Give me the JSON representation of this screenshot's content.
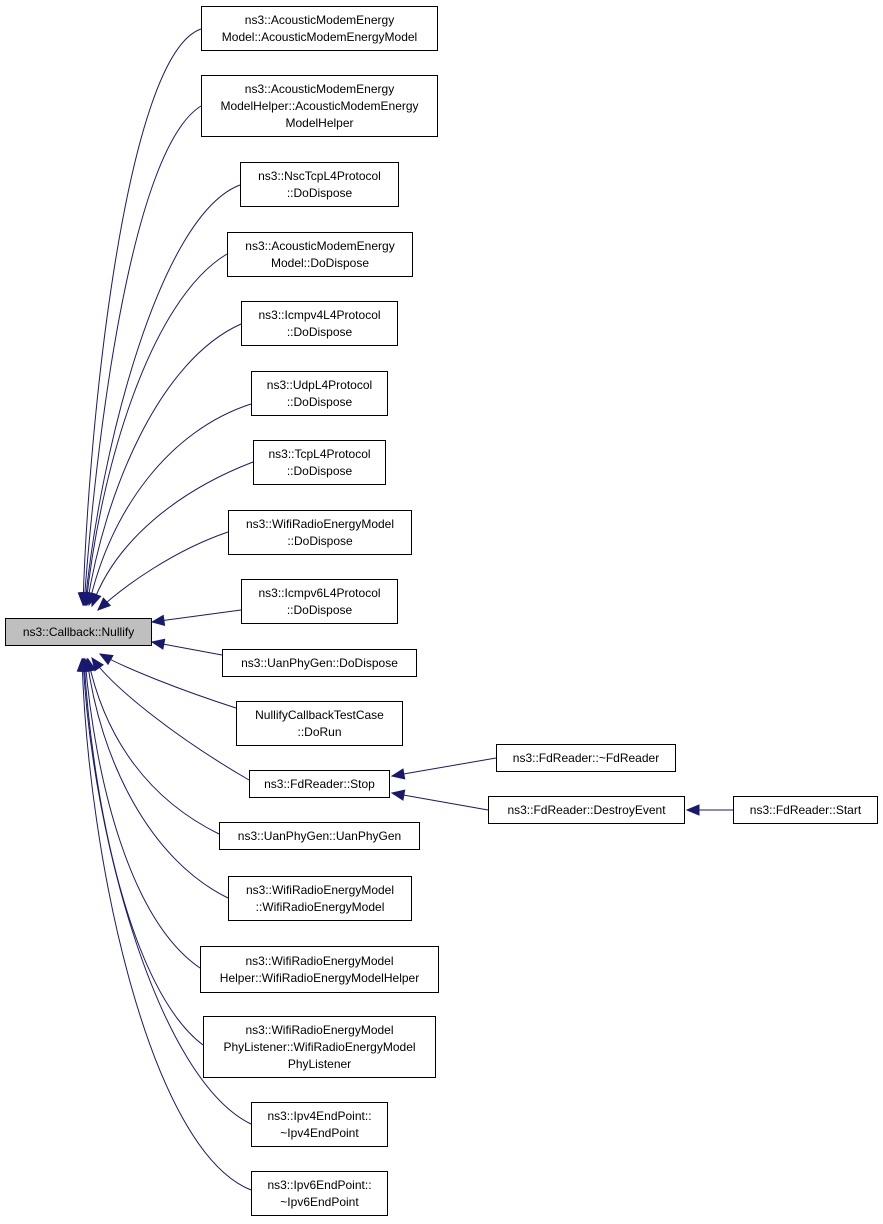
{
  "graph": {
    "colors": {
      "edge": "#191970",
      "root_fill": "#bfbfbf",
      "node_border": "#000000"
    },
    "root": {
      "id": "nullify",
      "lines": [
        "ns3::Callback::Nullify"
      ]
    },
    "nodes": [
      {
        "id": "n1",
        "lines": [
          "ns3::AcousticModemEnergy",
          "Model::AcousticModemEnergyModel"
        ]
      },
      {
        "id": "n2",
        "lines": [
          "ns3::AcousticModemEnergy",
          "ModelHelper::AcousticModemEnergy",
          "ModelHelper"
        ]
      },
      {
        "id": "n3",
        "lines": [
          "ns3::NscTcpL4Protocol",
          "::DoDispose"
        ]
      },
      {
        "id": "n4",
        "lines": [
          "ns3::AcousticModemEnergy",
          "Model::DoDispose"
        ]
      },
      {
        "id": "n5",
        "lines": [
          "ns3::Icmpv4L4Protocol",
          "::DoDispose"
        ]
      },
      {
        "id": "n6",
        "lines": [
          "ns3::UdpL4Protocol",
          "::DoDispose"
        ]
      },
      {
        "id": "n7",
        "lines": [
          "ns3::TcpL4Protocol",
          "::DoDispose"
        ]
      },
      {
        "id": "n8",
        "lines": [
          "ns3::WifiRadioEnergyModel",
          "::DoDispose"
        ]
      },
      {
        "id": "n9",
        "lines": [
          "ns3::Icmpv6L4Protocol",
          "::DoDispose"
        ]
      },
      {
        "id": "n10",
        "lines": [
          "ns3::UanPhyGen::DoDispose"
        ]
      },
      {
        "id": "n11",
        "lines": [
          "NullifyCallbackTestCase",
          "::DoRun"
        ]
      },
      {
        "id": "n12",
        "lines": [
          "ns3::FdReader::Stop"
        ]
      },
      {
        "id": "n13",
        "lines": [
          "ns3::UanPhyGen::UanPhyGen"
        ]
      },
      {
        "id": "n14",
        "lines": [
          "ns3::WifiRadioEnergyModel",
          "::WifiRadioEnergyModel"
        ]
      },
      {
        "id": "n15",
        "lines": [
          "ns3::WifiRadioEnergyModel",
          "Helper::WifiRadioEnergyModelHelper"
        ]
      },
      {
        "id": "n16",
        "lines": [
          "ns3::WifiRadioEnergyModel",
          "PhyListener::WifiRadioEnergyModel",
          "PhyListener"
        ]
      },
      {
        "id": "n17",
        "lines": [
          "ns3::Ipv4EndPoint::",
          "~Ipv4EndPoint"
        ]
      },
      {
        "id": "n18",
        "lines": [
          "ns3::Ipv6EndPoint::",
          "~Ipv6EndPoint"
        ]
      },
      {
        "id": "n19",
        "lines": [
          "ns3::FdReader::~FdReader"
        ]
      },
      {
        "id": "n20",
        "lines": [
          "ns3::FdReader::DestroyEvent"
        ]
      },
      {
        "id": "n21",
        "lines": [
          "ns3::FdReader::Start"
        ]
      }
    ],
    "edges": [
      {
        "from": "n1",
        "to": "nullify"
      },
      {
        "from": "n2",
        "to": "nullify"
      },
      {
        "from": "n3",
        "to": "nullify"
      },
      {
        "from": "n4",
        "to": "nullify"
      },
      {
        "from": "n5",
        "to": "nullify"
      },
      {
        "from": "n6",
        "to": "nullify"
      },
      {
        "from": "n7",
        "to": "nullify"
      },
      {
        "from": "n8",
        "to": "nullify"
      },
      {
        "from": "n9",
        "to": "nullify"
      },
      {
        "from": "n10",
        "to": "nullify"
      },
      {
        "from": "n11",
        "to": "nullify"
      },
      {
        "from": "n12",
        "to": "nullify"
      },
      {
        "from": "n13",
        "to": "nullify"
      },
      {
        "from": "n14",
        "to": "nullify"
      },
      {
        "from": "n15",
        "to": "nullify"
      },
      {
        "from": "n16",
        "to": "nullify"
      },
      {
        "from": "n17",
        "to": "nullify"
      },
      {
        "from": "n18",
        "to": "nullify"
      },
      {
        "from": "n19",
        "to": "n12"
      },
      {
        "from": "n20",
        "to": "n12"
      },
      {
        "from": "n21",
        "to": "n20"
      }
    ]
  }
}
